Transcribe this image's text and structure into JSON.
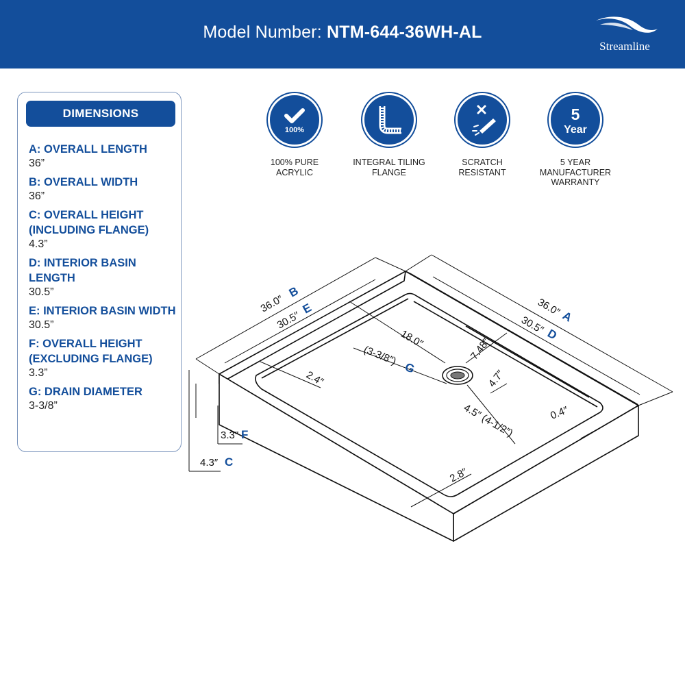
{
  "header": {
    "model_label": "Model Number: ",
    "model_value": "NTM-644-36WH-AL",
    "brand": "Streamline",
    "background_color": "#134e9b"
  },
  "dimensions_panel": {
    "title": "DIMENSIONS",
    "items": [
      {
        "label": "A: OVERALL LENGTH",
        "value": "36”"
      },
      {
        "label": "B: OVERALL WIDTH",
        "value": "36”"
      },
      {
        "label": "C: OVERALL HEIGHT (INCLUDING FLANGE)",
        "value": "4.3”"
      },
      {
        "label": "D: INTERIOR BASIN LENGTH",
        "value": "30.5”"
      },
      {
        "label": "E: INTERIOR BASIN WIDTH",
        "value": "30.5”"
      },
      {
        "label": "F: OVERALL HEIGHT (EXCLUDING FLANGE)",
        "value": "3.3”"
      },
      {
        "label": "G: DRAIN DIAMETER",
        "value": "3-3/8”"
      }
    ]
  },
  "features": [
    {
      "icon": "checkmark-icon",
      "badge": "100%",
      "label": "100% PURE ACRYLIC"
    },
    {
      "icon": "tiling-flange-icon",
      "label": "INTEGRAL TILING FLANGE"
    },
    {
      "icon": "scratch-resistant-icon",
      "label": "SCRATCH RESISTANT"
    },
    {
      "icon": "warranty-icon",
      "badge_number": "5",
      "badge_text": "Year",
      "label": "5 YEAR MANUFACTURER WARRANTY"
    }
  ],
  "diagram": {
    "labels": {
      "width_overall": "36.0″",
      "width_overall_letter": "B",
      "width_interior": "30.5″",
      "width_interior_letter": "E",
      "length_overall": "36.0″",
      "length_overall_letter": "A",
      "length_interior": "30.5″",
      "length_interior_letter": "D",
      "drain_offset_long": "18.0″",
      "drain_offset_short": "7.48″",
      "drain_diameter": "(3-3/8″)",
      "drain_diameter_letter": "G",
      "ledge_left": "2.4″",
      "drain_to_edge": "4.7″",
      "drain_to_wall": "4.5″ (4-1/2″)",
      "flange_thickness": "0.4″",
      "front_edge": "2.8″",
      "height_excl_flange": "3.3″",
      "height_excl_flange_letter": "F",
      "height_incl_flange": "4.3″",
      "height_incl_flange_letter": "C"
    }
  }
}
